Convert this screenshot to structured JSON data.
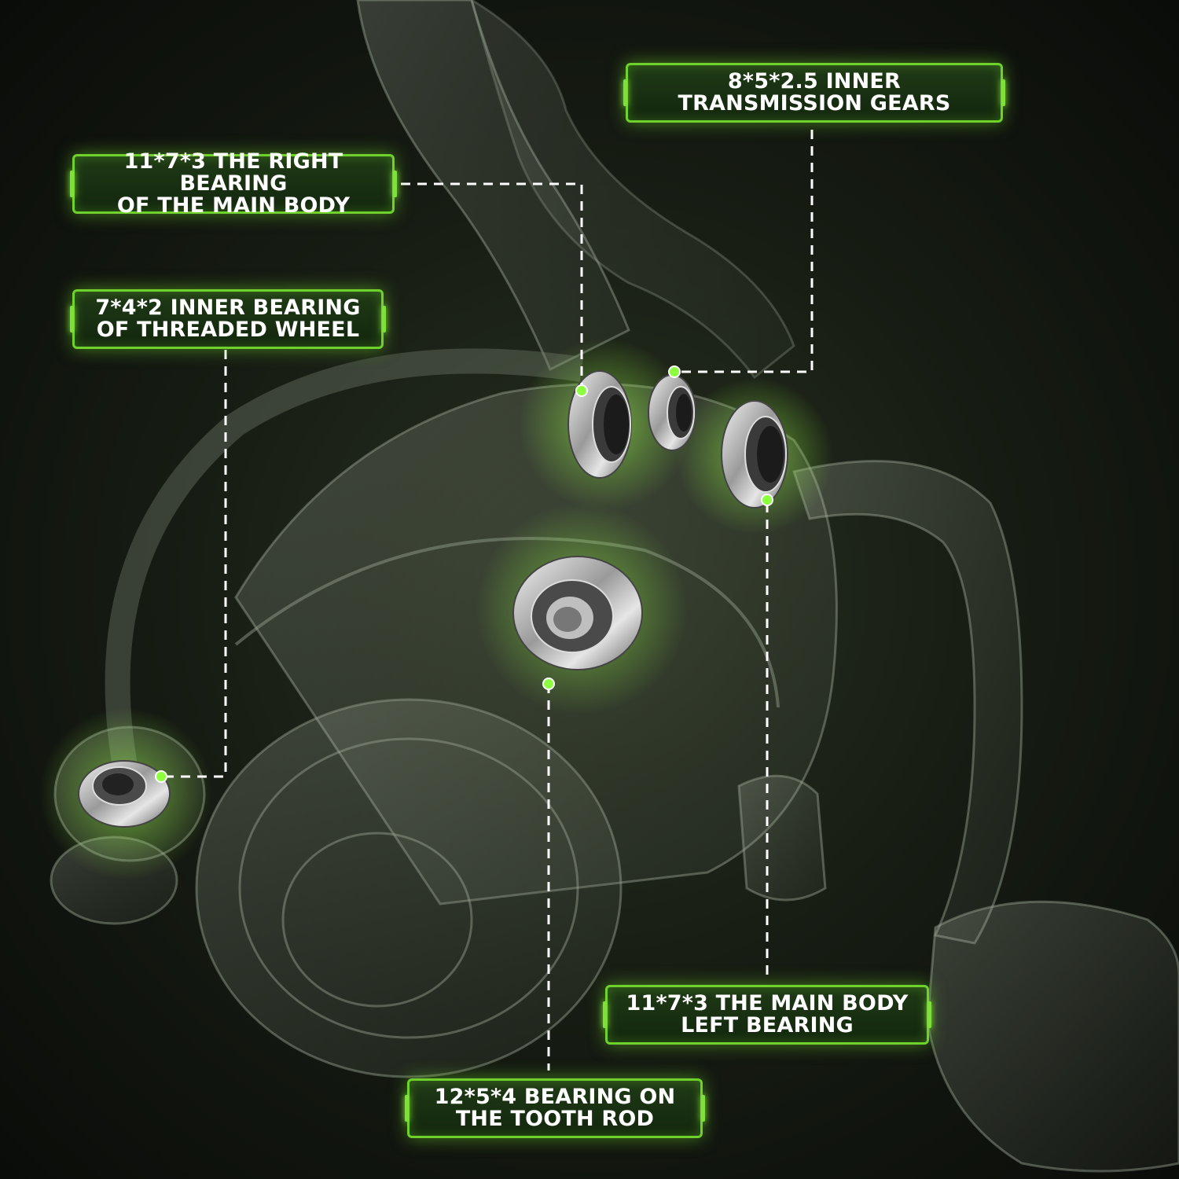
{
  "colors": {
    "accent": "#6fd22c",
    "background": "#141a11",
    "label_text": "#ffffff",
    "leader_line": "#ffffff"
  },
  "product": "spinning fishing reel (transparent x-ray view)",
  "callouts": [
    {
      "id": "inner-transmission-gears",
      "line1": "8*5*2.5 INNER",
      "line2": "TRANSMISSION GEARS"
    },
    {
      "id": "right-bearing-main-body",
      "line1": "11*7*3 THE RIGHT BEARING",
      "line2": "OF THE MAIN BODY"
    },
    {
      "id": "inner-bearing-threaded-wheel",
      "line1": "7*4*2 INNER BEARING",
      "line2": "OF THREADED WHEEL"
    },
    {
      "id": "main-body-left-bearing",
      "line1": "11*7*3 THE MAIN BODY",
      "line2": "LEFT BEARING"
    },
    {
      "id": "bearing-tooth-rod",
      "line1": "12*5*4 BEARING ON",
      "line2": "THE TOOTH ROD"
    }
  ]
}
